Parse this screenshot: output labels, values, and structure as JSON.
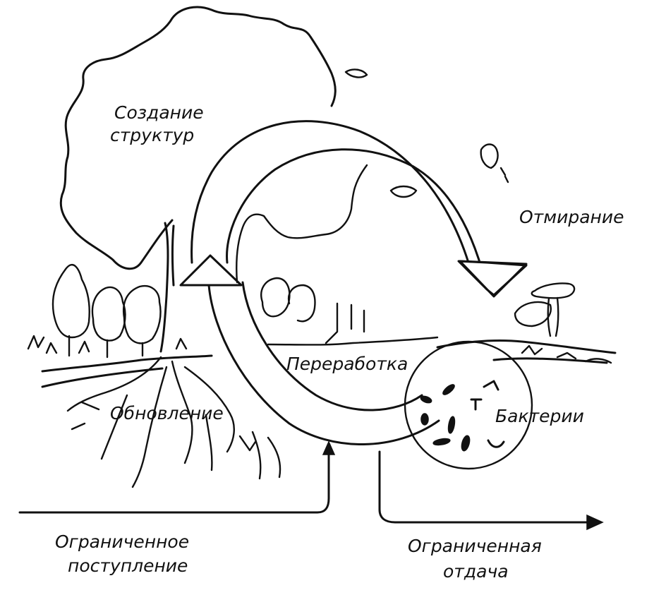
{
  "labels": {
    "structure": [
      "Создание",
      "структур"
    ],
    "dying": "Отмирание",
    "processing": "Переработка",
    "bacteria": "Бактерии",
    "renewal": "Обновление",
    "input": [
      "Ограниченное",
      "поступление"
    ],
    "output": [
      "Ограниченная",
      "отдача"
    ]
  },
  "colors": {
    "ink": "#111111",
    "paper": "#ffffff"
  }
}
